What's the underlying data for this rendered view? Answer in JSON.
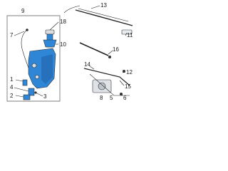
{
  "labels": {
    "n9": "9",
    "n18": "18",
    "n7": "7",
    "n10": "10",
    "n13": "13",
    "n11": "11",
    "n16": "16",
    "n14": "14",
    "n12": "12",
    "n15": "15",
    "n1": "1",
    "n4": "4",
    "n2": "2",
    "n3": "3",
    "n6": "6",
    "n5": "5",
    "n8": "8"
  },
  "colors": {
    "accent": "#2f86d6",
    "accent_dark": "#1f5fa8",
    "line": "#222222",
    "frame": "#555555"
  }
}
